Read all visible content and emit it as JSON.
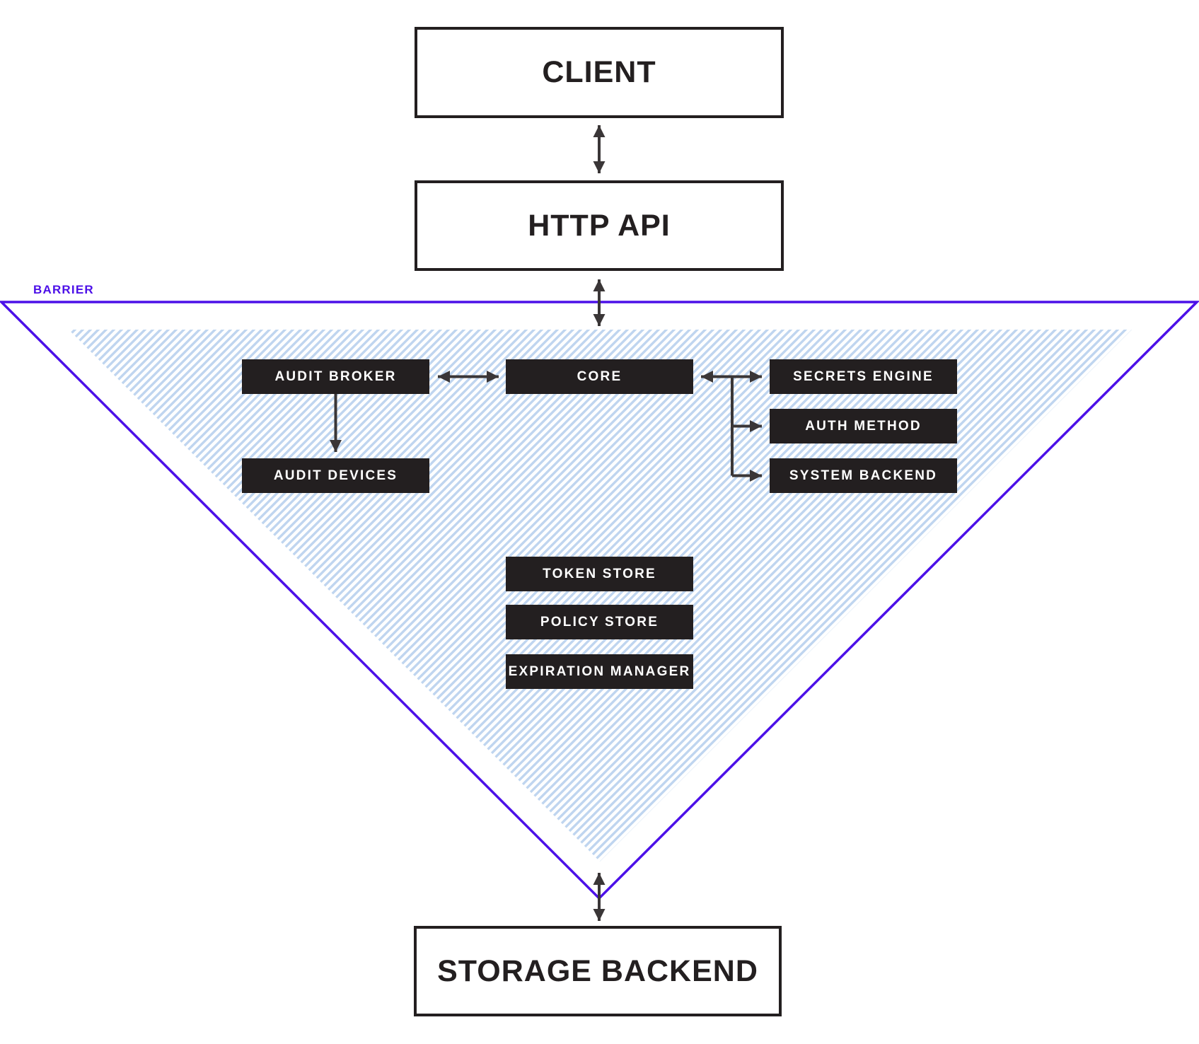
{
  "nodes": {
    "client": "CLIENT",
    "http_api": "HTTP API",
    "storage_backend": "STORAGE BACKEND"
  },
  "barrier": {
    "label": "BARRIER"
  },
  "components": {
    "audit_broker": "AUDIT BROKER",
    "core": "CORE",
    "secrets_engine": "SECRETS ENGINE",
    "auth_method": "AUTH METHOD",
    "system_backend": "SYSTEM BACKEND",
    "audit_devices": "AUDIT DEVICES",
    "token_store": "TOKEN STORE",
    "policy_store": "POLICY STORE",
    "expiration_manager": "EXPIRATION MANAGER"
  },
  "colors": {
    "ink": "#231F20",
    "box_dark": "#231F20",
    "arrow": "#3A3637",
    "barrier_purple": "#4C10E8",
    "hatch_blue": "#BFD5EF"
  }
}
